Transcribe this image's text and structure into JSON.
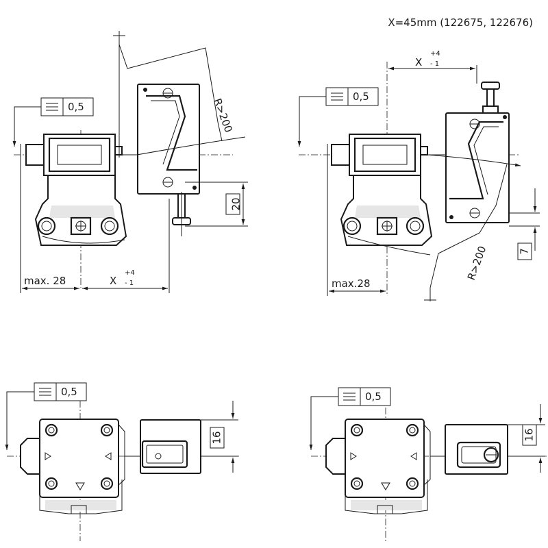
{
  "note_x": "X=45mm (122675, 122676)",
  "flatness_tol": "0,5",
  "radius_label": "R>200",
  "dim_max28_a": "max. 28",
  "dim_max28_b": "max.28",
  "dim_x": "X",
  "tol_plus": "+4",
  "tol_minus": "- 1",
  "dim_20": "20",
  "dim_7": "7",
  "dim_16": "16"
}
